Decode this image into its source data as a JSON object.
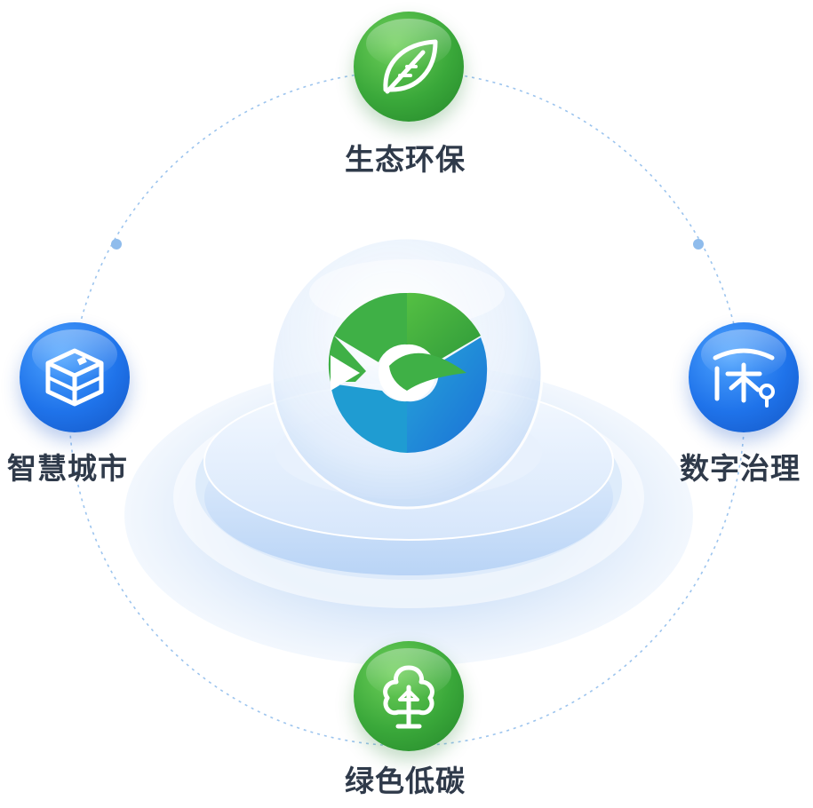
{
  "nodes": {
    "top": {
      "label": "生态环保",
      "icon": "leaf-icon",
      "color": "#3aa83a"
    },
    "left": {
      "label": "智慧城市",
      "icon": "city-cube-icon",
      "color": "#1f73ea"
    },
    "right": {
      "label": "数字治理",
      "icon": "governance-icon",
      "color": "#1f73ea"
    },
    "bottom": {
      "label": "绿色低碳",
      "icon": "tree-icon",
      "color": "#3aa83a"
    }
  },
  "center": {
    "logo": "center-logo-icon"
  },
  "colors": {
    "green": "#3aa83a",
    "blue": "#1f73ea",
    "light_blue": "#cfe2fb",
    "orbit": "#9cc4ee",
    "text": "#2f3a4a"
  }
}
